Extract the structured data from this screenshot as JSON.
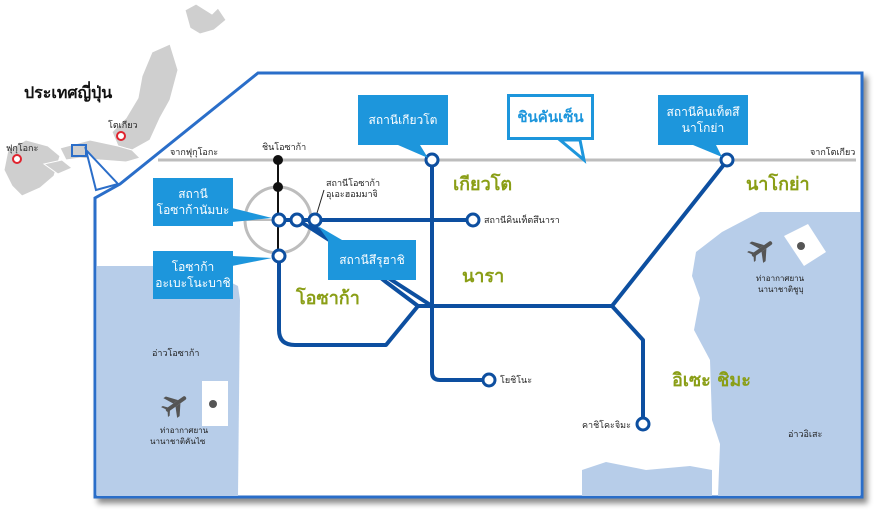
{
  "country_label": "ประเทศญี่ปุ่น",
  "inset_cities": {
    "fukuoka": "ฟุกุโอกะ",
    "tokyo": "โตเกียว"
  },
  "line_label_left": "จากฟุกุโอกะ",
  "line_label_right": "จากโตเกียว",
  "shin_osaka": "ชินโอซาก้า",
  "callout": "ชินคันเซ็น",
  "boxes": {
    "kyoto_station": "สถานีเกียวโต",
    "nagoya_station_1": "สถานีคินเท็ตสึ",
    "nagoya_station_2": "นาโกย่า",
    "namba_1": "สถานี",
    "namba_2": "โอซาก้านัมบะ",
    "abeno_1": "โอซาก้า",
    "abeno_2": "อะเบะโนะบาชิ",
    "tsuruhashi": "สถานีสึรุฮาชิ"
  },
  "small_labels": {
    "uehommachi_1": "สถานีโอซาก้า",
    "uehommachi_2": "อุเอะฮอมมาจิ",
    "kintetsu_nara": "สถานีคินเท็ตสึนารา",
    "yoshino": "โยชิโนะ",
    "kashikojima": "คาชิโคะจิมะ",
    "osaka_bay": "อ่าวโอซาก้า",
    "ise_bay": "อ่าวอิเสะ",
    "kansai_airport_1": "ท่าอากาศยาน",
    "kansai_airport_2": "นานาชาติคันไซ",
    "chubu_airport_1": "ท่าอากาศยาน",
    "chubu_airport_2": "นานาชาติชูบุ"
  },
  "regions": {
    "kyoto": "เกียวโต",
    "nagoya": "นาโกย่า",
    "nara": "นารา",
    "osaka": "โอซาก้า",
    "ise_shima": "อิเซะ ชิมะ"
  },
  "colors": {
    "rail_line": "#0d4fa0",
    "label_box": "#1d96dc",
    "sea": "#b7cde9",
    "region_text": "#8a9e16",
    "frame": "#2b6ec9"
  }
}
